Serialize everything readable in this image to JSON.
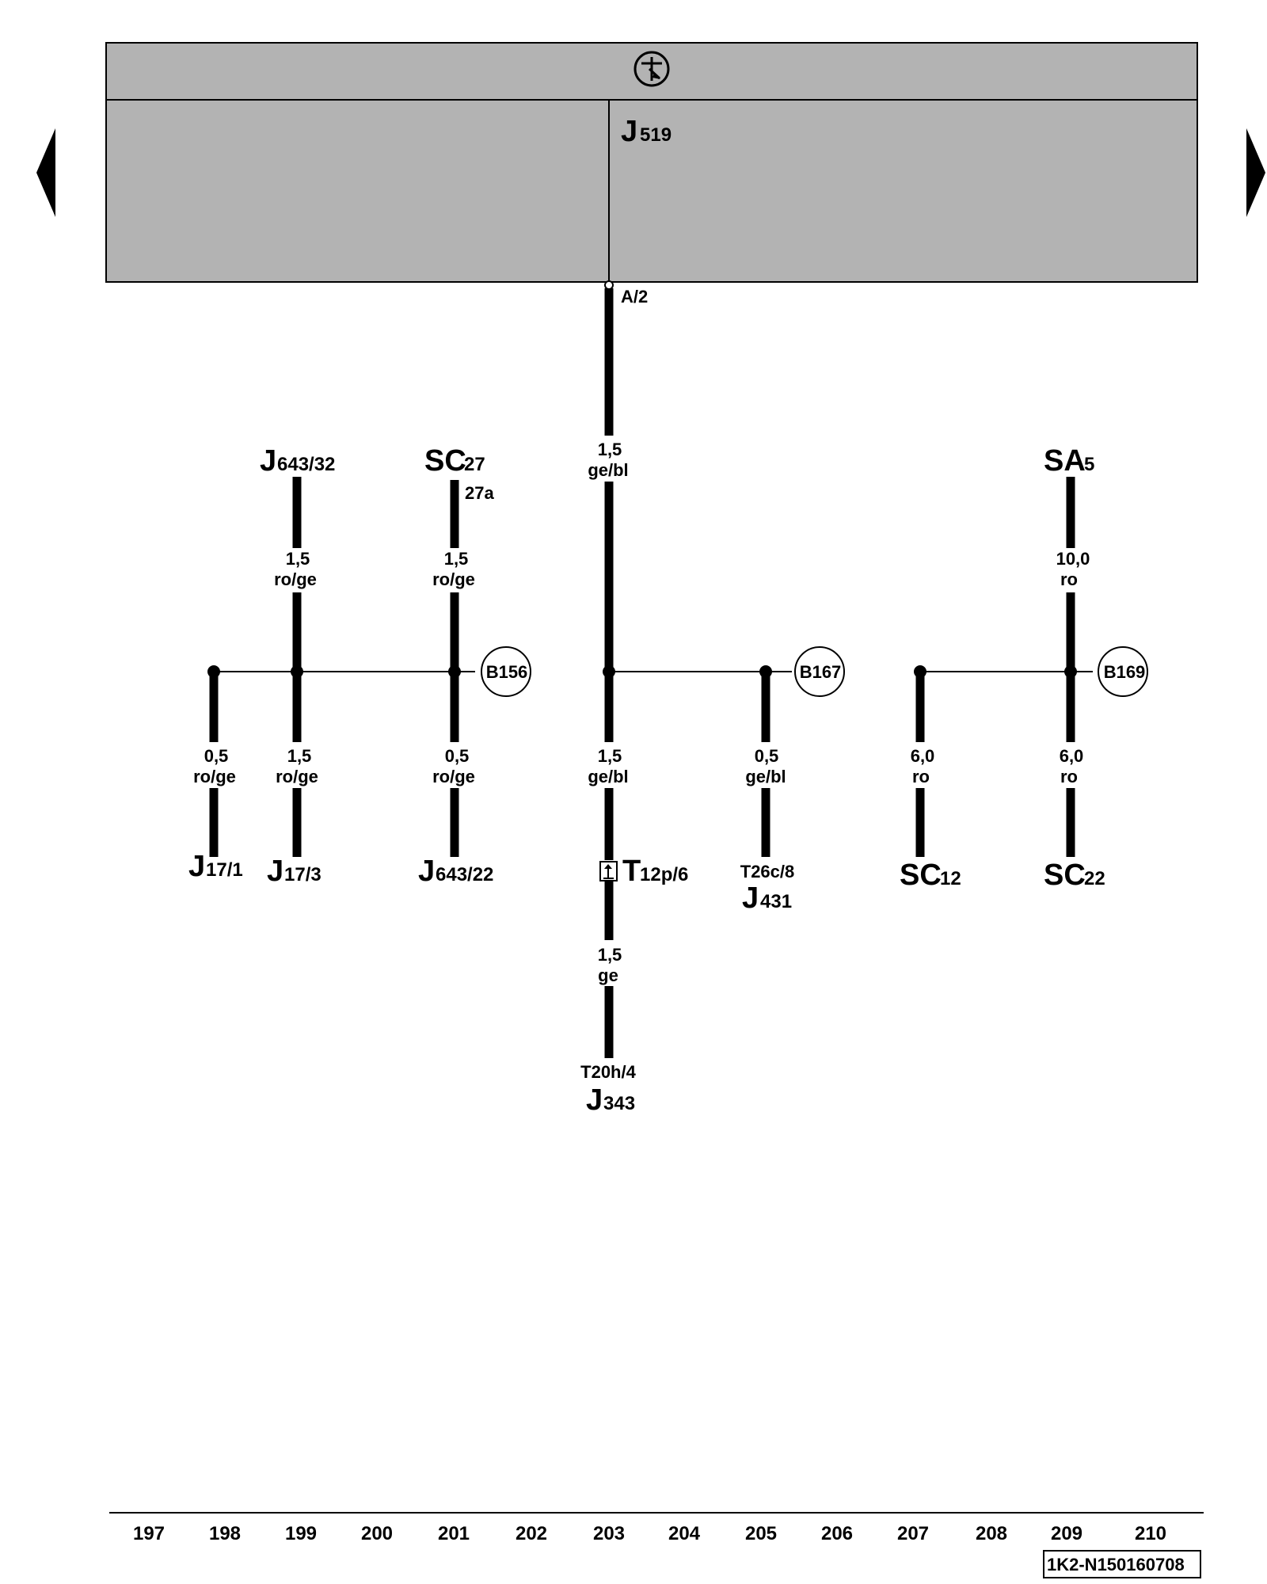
{
  "control_unit": {
    "name": "J",
    "name_sub": "519",
    "pin": "A/2"
  },
  "wires": {
    "main_top": {
      "size": "1,5",
      "color": "ge/bl"
    },
    "main_bottom": {
      "size": "1,5",
      "color": "ge/bl"
    },
    "main_lower": {
      "size": "1,5",
      "color": "ge"
    },
    "c199_top": {
      "size": "1,5",
      "color": "ro/ge"
    },
    "c201_top": {
      "size": "1,5",
      "color": "ro/ge"
    },
    "c198_bottom": {
      "size": "0,5",
      "color": "ro/ge"
    },
    "c199_bottom": {
      "size": "1,5",
      "color": "ro/ge"
    },
    "c201_bottom": {
      "size": "0,5",
      "color": "ro/ge"
    },
    "c205_bottom": {
      "size": "0,5",
      "color": "ge/bl"
    },
    "c209_top": {
      "size": "10,0",
      "color": "ro"
    },
    "c207_bottom": {
      "size": "6,0",
      "color": "ro"
    },
    "c209_bottom": {
      "size": "6,0",
      "color": "ro"
    }
  },
  "splices": {
    "b156": "B156",
    "b167": "B167",
    "b169": "B169"
  },
  "terminals": {
    "j643_32": {
      "main": "J",
      "sub": "643/32"
    },
    "sc27": {
      "main": "SC",
      "sub": "27",
      "pin": "27a"
    },
    "sa5": {
      "main": "SA",
      "sub": "5"
    },
    "j17_1": {
      "main": "J",
      "sub": "17/1"
    },
    "j17_3": {
      "main": "J",
      "sub": "17/3"
    },
    "j643_22": {
      "main": "J",
      "sub": "643/22"
    },
    "t12p": {
      "main": "T",
      "sub": "12p/6"
    },
    "j431": {
      "pin": "T26c/8",
      "main": "J",
      "sub": "431"
    },
    "sc12": {
      "main": "SC",
      "sub": "12"
    },
    "sc22": {
      "main": "SC",
      "sub": "22"
    },
    "j343": {
      "pin": "T20h/4",
      "main": "J",
      "sub": "343"
    }
  },
  "axis": {
    "numbers": [
      "197",
      "198",
      "199",
      "200",
      "201",
      "202",
      "203",
      "204",
      "205",
      "206",
      "207",
      "208",
      "209",
      "210"
    ]
  },
  "document_id": "1K2-N150160708",
  "colors": {
    "unit_fill": "#b3b3b3",
    "ink": "#000000"
  }
}
